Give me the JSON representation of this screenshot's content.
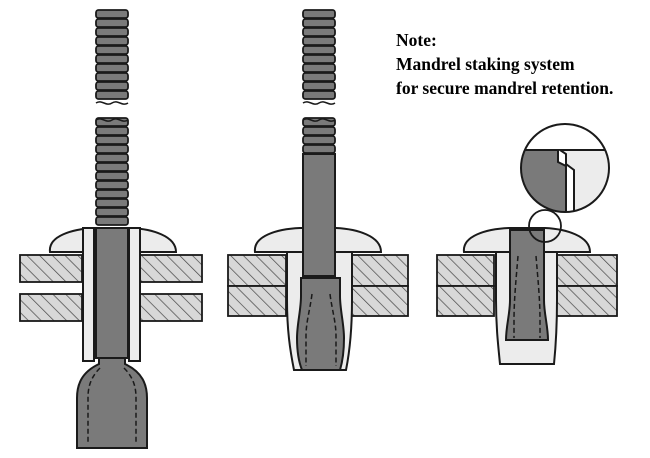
{
  "note": {
    "heading": "Note:",
    "line1": "Mandrel staking system",
    "line2": "for secure mandrel retention."
  },
  "stages": [
    {
      "id": "before-setting"
    },
    {
      "id": "during-setting"
    },
    {
      "id": "after-setting"
    }
  ],
  "colors": {
    "stroke": "#1a1a1a",
    "mandrel": "#7a7a7a",
    "rivet-body": "#ececec",
    "hatch-fill": "#d6d6d6",
    "hatch-line": "#444444",
    "background": "#ffffff"
  }
}
